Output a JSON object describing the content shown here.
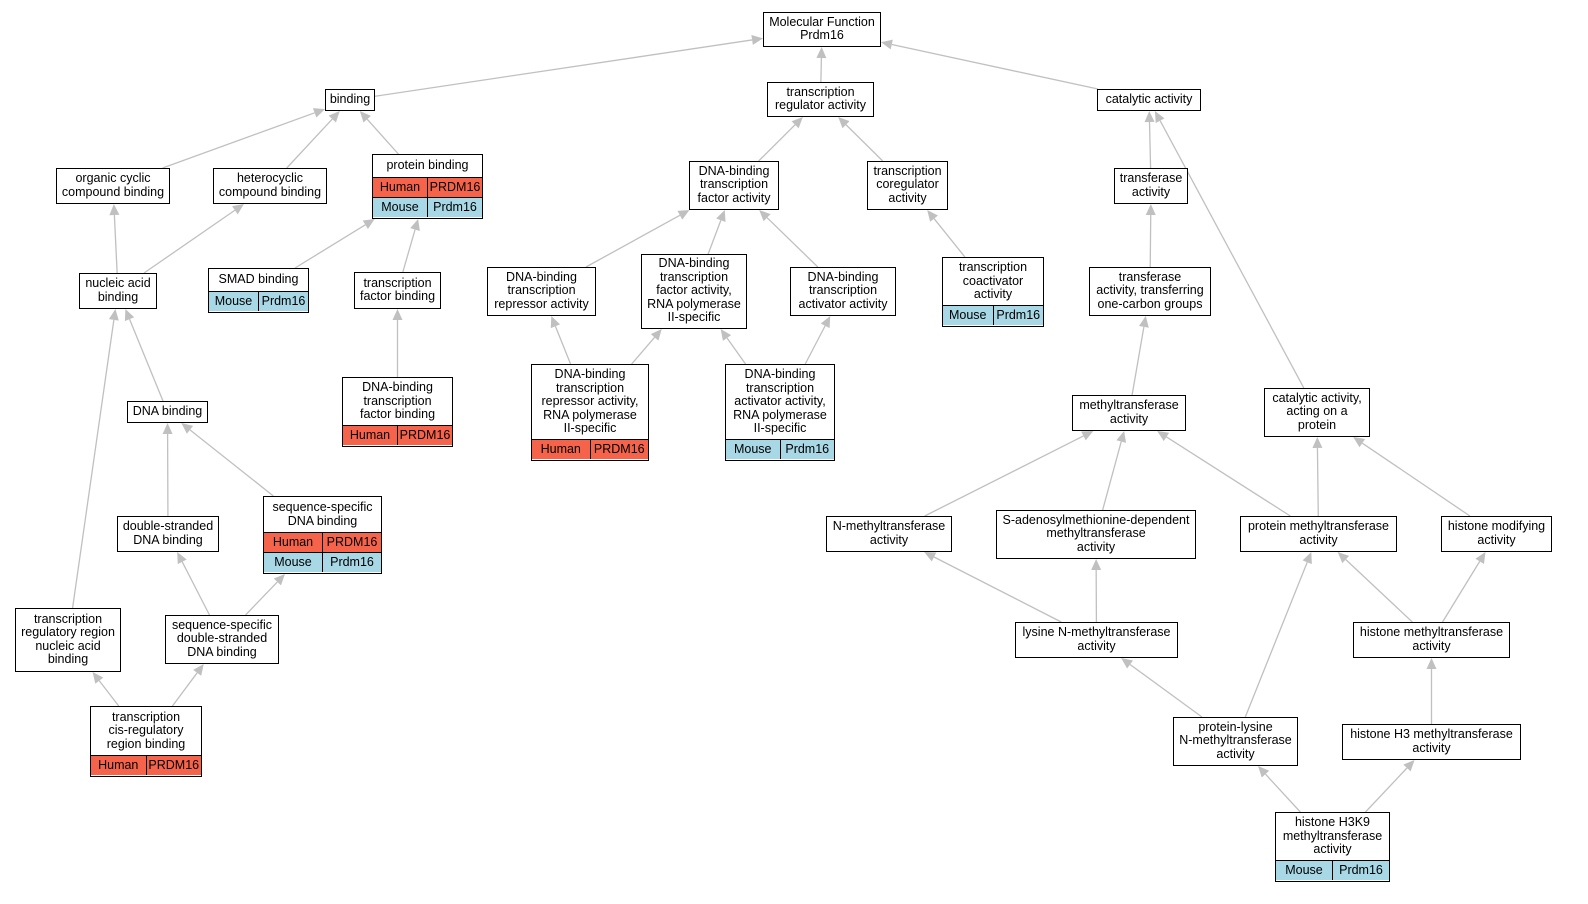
{
  "colors": {
    "edge": "#c0c0c0",
    "human": "#f5644a",
    "mouse": "#a8d8e6",
    "node_border": "#000000"
  },
  "nodes": [
    {
      "id": "mf",
      "label": "Molecular Function\nPrdm16"
    },
    {
      "id": "binding",
      "label": "binding"
    },
    {
      "id": "tra",
      "label": "transcription\nregulator activity"
    },
    {
      "id": "cat",
      "label": "catalytic activity"
    },
    {
      "id": "ocb",
      "label": "organic cyclic\ncompound binding"
    },
    {
      "id": "hcb",
      "label": "heterocyclic\ncompound binding"
    },
    {
      "id": "pb",
      "label": "protein binding",
      "annotations": [
        [
          "Human",
          "PRDM16"
        ],
        [
          "Mouse",
          "Prdm16"
        ]
      ]
    },
    {
      "id": "dbtfa",
      "label": "DNA-binding\ntranscription\nfactor activity"
    },
    {
      "id": "tca",
      "label": "transcription\ncoregulator\nactivity"
    },
    {
      "id": "ta",
      "label": "transferase\nactivity"
    },
    {
      "id": "nab",
      "label": "nucleic acid\nbinding"
    },
    {
      "id": "smad",
      "label": "SMAD binding",
      "annotations": [
        [
          "Mouse",
          "Prdm16"
        ]
      ]
    },
    {
      "id": "tfb",
      "label": "transcription\nfactor binding"
    },
    {
      "id": "dbtra",
      "label": "DNA-binding\ntranscription\nrepressor activity"
    },
    {
      "id": "dbtfapol2",
      "label": "DNA-binding\ntranscription\nfactor activity,\nRNA polymerase\nII-specific"
    },
    {
      "id": "dbtaa",
      "label": "DNA-binding\ntranscription\nactivator activity"
    },
    {
      "id": "tcoa",
      "label": "transcription\ncoactivator\nactivity",
      "annotations": [
        [
          "Mouse",
          "Prdm16"
        ]
      ]
    },
    {
      "id": "tatocg",
      "label": "transferase\nactivity, transferring\none-carbon groups"
    },
    {
      "id": "dbtfb",
      "label": "DNA-binding\ntranscription\nfactor binding",
      "annotations": [
        [
          "Human",
          "PRDM16"
        ]
      ]
    },
    {
      "id": "dbtrapol2",
      "label": "DNA-binding\ntranscription\nrepressor activity,\nRNA polymerase\nII-specific",
      "annotations": [
        [
          "Human",
          "PRDM16"
        ]
      ]
    },
    {
      "id": "dbtaapol2",
      "label": "DNA-binding\ntranscription\nactivator activity,\nRNA polymerase\nII-specific",
      "annotations": [
        [
          "Mouse",
          "Prdm16"
        ]
      ]
    },
    {
      "id": "dnab",
      "label": "DNA binding"
    },
    {
      "id": "mta",
      "label": "methyltransferase\nactivity"
    },
    {
      "id": "caap",
      "label": "catalytic activity,\nacting on a\nprotein"
    },
    {
      "id": "dsdb",
      "label": "double-stranded\nDNA binding"
    },
    {
      "id": "ssdb",
      "label": "sequence-specific\nDNA binding",
      "annotations": [
        [
          "Human",
          "PRDM16"
        ],
        [
          "Mouse",
          "Prdm16"
        ]
      ]
    },
    {
      "id": "nmta",
      "label": "N-methyltransferase\nactivity"
    },
    {
      "id": "samdm",
      "label": "S-adenosylmethionine-dependent\nmethyltransferase\nactivity"
    },
    {
      "id": "pmta",
      "label": "protein methyltransferase\nactivity"
    },
    {
      "id": "hma",
      "label": "histone modifying\nactivity"
    },
    {
      "id": "trrnab",
      "label": "transcription\nregulatory region\nnucleic acid\nbinding"
    },
    {
      "id": "ssdsdb",
      "label": "sequence-specific\ndouble-stranded\nDNA binding"
    },
    {
      "id": "lnmta",
      "label": "lysine N-methyltransferase\nactivity"
    },
    {
      "id": "hmta",
      "label": "histone methyltransferase\nactivity"
    },
    {
      "id": "tcrrb",
      "label": "transcription\ncis-regulatory\nregion binding",
      "annotations": [
        [
          "Human",
          "PRDM16"
        ]
      ]
    },
    {
      "id": "plnmta",
      "label": "protein-lysine\nN-methyltransferase\nactivity"
    },
    {
      "id": "h3mta",
      "label": "histone H3 methyltransferase\nactivity"
    },
    {
      "id": "h3k9",
      "label": "histone H3K9\nmethyltransferase\nactivity",
      "annotations": [
        [
          "Mouse",
          "Prdm16"
        ]
      ]
    }
  ],
  "edges": [
    [
      "binding",
      "mf"
    ],
    [
      "tra",
      "mf"
    ],
    [
      "cat",
      "mf"
    ],
    [
      "ocb",
      "binding"
    ],
    [
      "hcb",
      "binding"
    ],
    [
      "pb",
      "binding"
    ],
    [
      "dbtfa",
      "tra"
    ],
    [
      "tca",
      "tra"
    ],
    [
      "ta",
      "cat"
    ],
    [
      "caap",
      "cat"
    ],
    [
      "nab",
      "ocb"
    ],
    [
      "nab",
      "hcb"
    ],
    [
      "smad",
      "pb"
    ],
    [
      "tfb",
      "pb"
    ],
    [
      "dbtra",
      "dbtfa"
    ],
    [
      "dbtfapol2",
      "dbtfa"
    ],
    [
      "dbtaa",
      "dbtfa"
    ],
    [
      "tcoa",
      "tca"
    ],
    [
      "tatocg",
      "ta"
    ],
    [
      "dbtfb",
      "tfb"
    ],
    [
      "dbtrapol2",
      "dbtra"
    ],
    [
      "dbtrapol2",
      "dbtfapol2"
    ],
    [
      "dbtaapol2",
      "dbtfapol2"
    ],
    [
      "dbtaapol2",
      "dbtaa"
    ],
    [
      "dnab",
      "nab"
    ],
    [
      "trrnab",
      "nab"
    ],
    [
      "mta",
      "tatocg"
    ],
    [
      "pmta",
      "caap"
    ],
    [
      "hma",
      "caap"
    ],
    [
      "dsdb",
      "dnab"
    ],
    [
      "ssdb",
      "dnab"
    ],
    [
      "nmta",
      "mta"
    ],
    [
      "samdm",
      "mta"
    ],
    [
      "pmta",
      "mta"
    ],
    [
      "ssdsdb",
      "dsdb"
    ],
    [
      "ssdsdb",
      "ssdb"
    ],
    [
      "lnmta",
      "nmta"
    ],
    [
      "lnmta",
      "samdm"
    ],
    [
      "plnmta",
      "pmta"
    ],
    [
      "hmta",
      "pmta"
    ],
    [
      "hmta",
      "hma"
    ],
    [
      "tcrrb",
      "trrnab"
    ],
    [
      "tcrrb",
      "ssdsdb"
    ],
    [
      "plnmta",
      "lnmta"
    ],
    [
      "h3mta",
      "hmta"
    ],
    [
      "h3k9",
      "plnmta"
    ],
    [
      "h3k9",
      "h3mta"
    ]
  ]
}
